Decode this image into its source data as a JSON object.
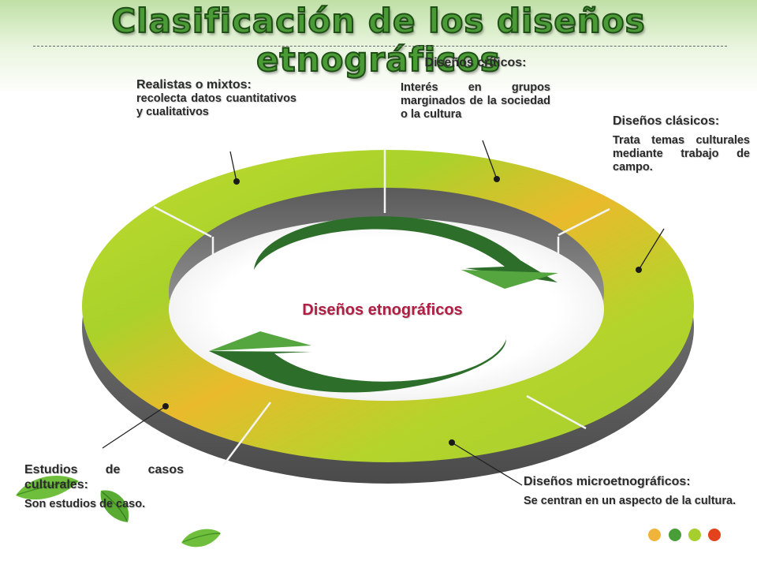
{
  "title": "Clasificación de los diseños etnográficos",
  "center_label": "Diseños etnográficos",
  "nodes": {
    "criticos": {
      "heading": "Diseños críticos:",
      "text": "Interés en grupos marginados de la sociedad o la cultura"
    },
    "realistas": {
      "heading": "Realistas o mixtos:",
      "text": "recolecta datos cuantitativos y cualitativos"
    },
    "clasicos": {
      "heading": "Diseños clásicos:",
      "text": "Trata temas culturales mediante trabajo de campo."
    },
    "estudios": {
      "heading": "Estudios de casos culturales:",
      "text": "Son estudios de caso."
    },
    "micro": {
      "heading": "Diseños microetnográficos:",
      "text": "Se centran en un aspecto de la cultura."
    }
  },
  "colors": {
    "ring_green": "#a9d22a",
    "ring_orange": "#e9ba2c",
    "arrow_dark": "#2d6e2a",
    "arrow_light": "#56a640",
    "center_text": "#b01e44",
    "dots": [
      "#f0b43c",
      "#4a9e3a",
      "#a6cf2e",
      "#e2421c"
    ]
  },
  "icons": [
    "leaf-icon",
    "leaf-icon",
    "leaf-icon"
  ]
}
